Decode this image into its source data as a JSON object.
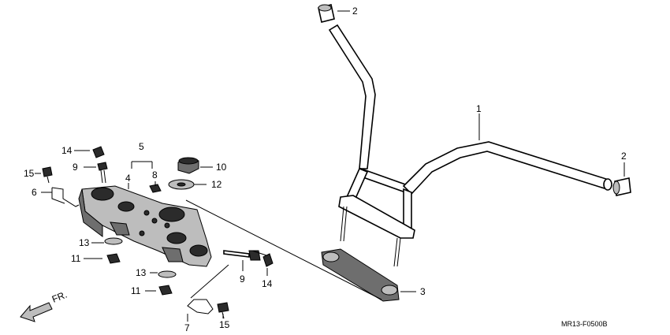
{
  "callouts": [
    {
      "id": "1",
      "label": "1"
    },
    {
      "id": "2a",
      "label": "2"
    },
    {
      "id": "2b",
      "label": "2"
    },
    {
      "id": "3",
      "label": "3"
    },
    {
      "id": "4",
      "label": "4"
    },
    {
      "id": "5",
      "label": "5"
    },
    {
      "id": "6",
      "label": "6"
    },
    {
      "id": "7",
      "label": "7"
    },
    {
      "id": "8",
      "label": "8"
    },
    {
      "id": "9a",
      "label": "9"
    },
    {
      "id": "9b",
      "label": "9"
    },
    {
      "id": "10",
      "label": "10"
    },
    {
      "id": "11a",
      "label": "11"
    },
    {
      "id": "11b",
      "label": "11"
    },
    {
      "id": "12",
      "label": "12"
    },
    {
      "id": "13a",
      "label": "13"
    },
    {
      "id": "13b",
      "label": "13"
    },
    {
      "id": "14a",
      "label": "14"
    },
    {
      "id": "14b",
      "label": "14"
    },
    {
      "id": "15a",
      "label": "15"
    },
    {
      "id": "15b",
      "label": "15"
    }
  ],
  "direction_label": "FR.",
  "drawing_code": "MR13-F0500B"
}
